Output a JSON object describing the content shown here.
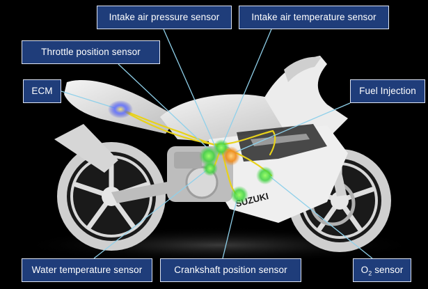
{
  "labels": {
    "intake_air_pressure": "Intake air pressure sensor",
    "intake_air_temperature": "Intake air temperature sensor",
    "throttle_position": "Throttle position sensor",
    "ecm": "ECM",
    "fuel_injection": "Fuel Injection",
    "water_temperature": "Water temperature sensor",
    "crankshaft_position": "Crankshaft position sensor",
    "o2_prefix": "O",
    "o2_subscript": "2",
    "o2_suffix": " sensor"
  },
  "brand_mark": "SUZUKI",
  "colors": {
    "background": "#000000",
    "label_fill": "#1f3d7a",
    "label_border": "#dfe6f5",
    "leader_line": "#8fd0ea",
    "wiring": "#e8d21a",
    "sensor_glow": "#3fd23f",
    "injector_glow": "#f08a1a",
    "ecm_glow": "#5a6bff"
  }
}
